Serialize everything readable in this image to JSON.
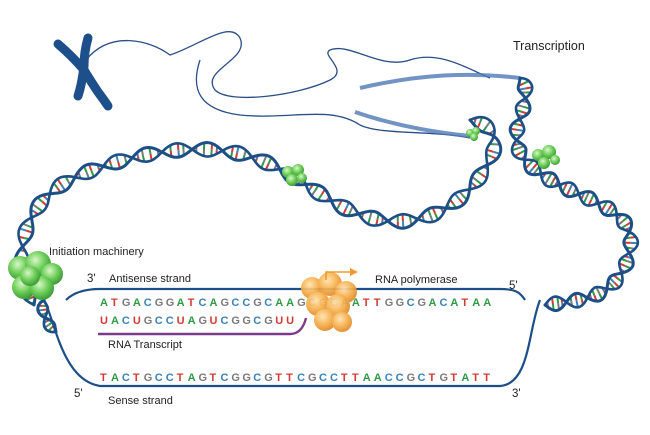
{
  "title": "Transcription",
  "labels": {
    "initiation": "Initiation machinery",
    "antisense": "Antisense strand",
    "polymerase": "RNA polymerase",
    "transcript": "RNA Transcript",
    "sense": "Sense strand"
  },
  "ends": {
    "antisense_left": "3'",
    "antisense_right": "5'",
    "sense_left": "5'",
    "sense_right": "3'"
  },
  "sequences": {
    "antisense": "ATGACGGATCAGCCGCAAGCGGAATTGGCGACATAA",
    "rna": "UACUGCCUAGUCGGCGUU",
    "sense": "TACTGCCTAGTCGGCGTTCGCCTTAACCGCTGTATT"
  },
  "colors": {
    "strand": "#1c4f86",
    "A": "#2e9a44",
    "T": "#d23b35",
    "U": "#d23b35",
    "G": "#7a7a7a",
    "C": "#3b82b8",
    "transcript_line": "#7a3d8c",
    "polymerase": "#f4a640",
    "initiation": "#5cbf4e",
    "chromosome": "#1d4f8a"
  },
  "icons": [
    "chromosome-icon",
    "polymerase-complex-icon",
    "initiation-complex-icon",
    "direction-arrow-icon"
  ]
}
